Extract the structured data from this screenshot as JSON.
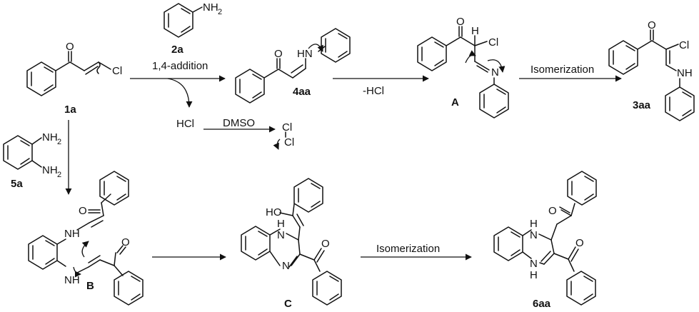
{
  "scheme": {
    "compounds": {
      "c1a": "1a",
      "c2a": "2a",
      "c4aa": "4aa",
      "cA": "A",
      "c3aa": "3aa",
      "c5a": "5a",
      "cB": "B",
      "cC": "C",
      "c6aa": "6aa"
    },
    "arrow_labels": {
      "addition": "1,4-addition",
      "minus_hcl": "-HCl",
      "isomerization_top": "Isomerization",
      "isomerization_bottom": "Isomerization",
      "dmso": "DMSO"
    },
    "species": {
      "hcl": "HCl",
      "cl2_top": "Cl",
      "cl2_bottom": "Cl"
    },
    "atoms": {
      "O": "O",
      "Cl": "Cl",
      "NH": "NH",
      "HN": "HN",
      "H": "H",
      "N": "N",
      "NH2": "NH",
      "sub2": "2",
      "HO": "HO"
    }
  }
}
